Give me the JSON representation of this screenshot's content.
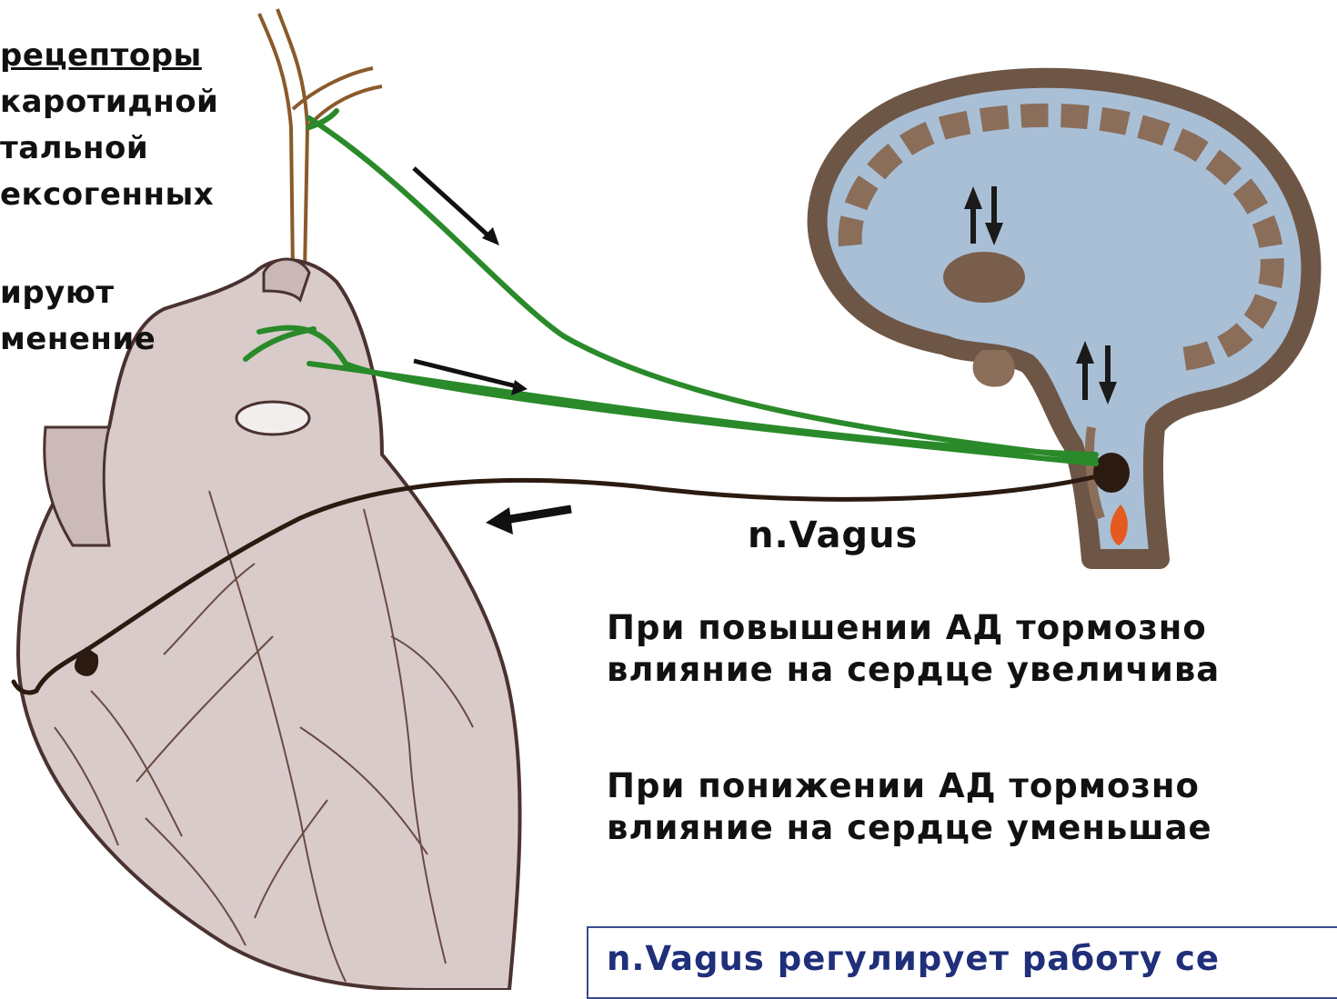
{
  "left_text": {
    "lines": [
      "рецепторы",
      "каротидной",
      "тальной",
      "ексогенных",
      "ируют",
      "менение"
    ]
  },
  "nerve_label": "n.Vagus",
  "statements": {
    "increase": "При повышении АД тормозно\nвлияние на сердце увеличива",
    "decrease": "При понижении АД тормозно\nвлияние на сердце уменьшае"
  },
  "summary_box": {
    "text": "n.Vagus регулирует работу се"
  },
  "colors": {
    "afferent_nerve": "#2a8a2a",
    "efferent_nerve": "#2a1a10",
    "brain": "#8a6e5a",
    "brain_inner": "#a9bfd6",
    "heart": "#d8c8c6",
    "nucleus_highlight": "#e55a1e",
    "box_text": "#1f2f7a"
  },
  "icons": [
    "up-down-arrow-icon",
    "right-arrow-icon",
    "left-arrow-icon"
  ]
}
